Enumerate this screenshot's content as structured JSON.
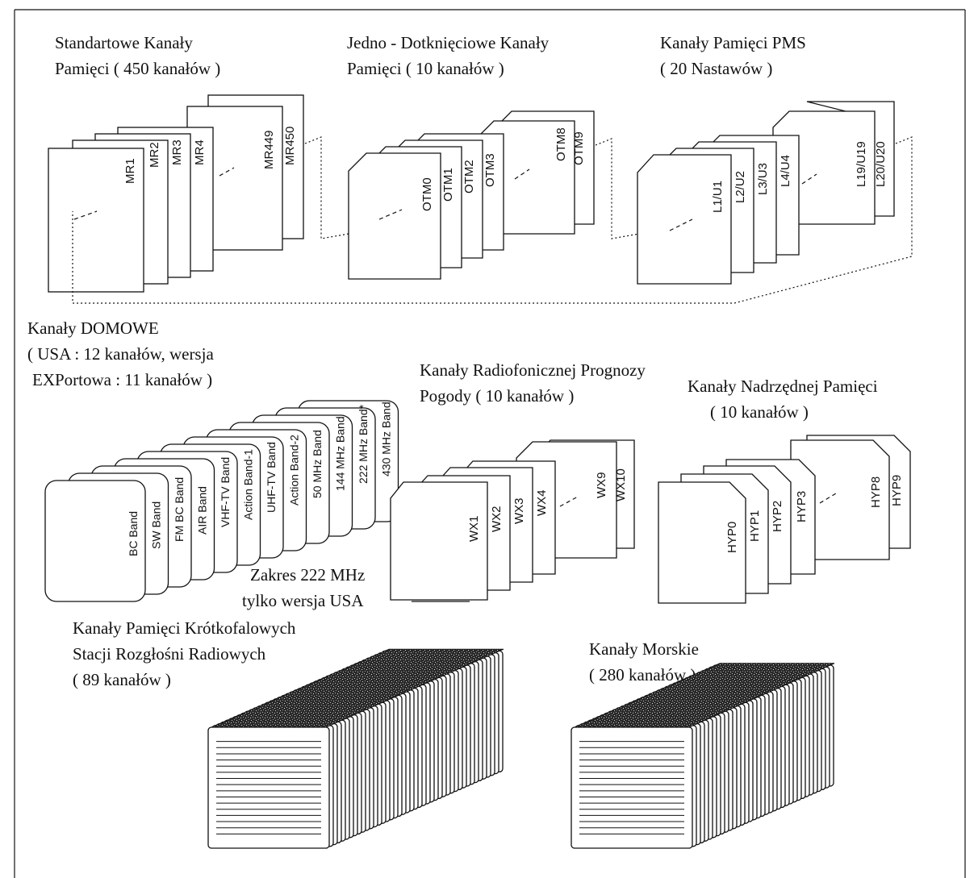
{
  "groups": {
    "standard": {
      "caption": [
        "Standartowe Kanały",
        "Pamięci ( 450 kanałów )"
      ],
      "cards": [
        "MR1",
        "MR2",
        "MR3",
        "MR4",
        "MR449",
        "MR450"
      ]
    },
    "one_touch": {
      "caption": [
        "Jedno - Dotknięciowe Kanały",
        "Pamięci ( 10 kanałów )"
      ],
      "cards": [
        "OTM0",
        "OTM1",
        "OTM2",
        "OTM3",
        "OTM8",
        "OTM9"
      ]
    },
    "pms": {
      "caption": [
        "Kanały Pamięci  PMS",
        "( 20 Nastawów )"
      ],
      "cards": [
        "L1/U1",
        "L2/U2",
        "L3/U3",
        "L4/U4",
        "L19/U19",
        "L20/U20"
      ]
    },
    "home": {
      "caption": [
        "Kanały  DOMOWE",
        "( USA : 12 kanałów, wersja",
        "EXPortowa : 11 kanałów )"
      ],
      "cards": [
        "BC Band",
        "SW Band",
        "FM BC Band",
        "AIR Band",
        "VHF-TV Band",
        "Action Band-1",
        "UHF-TV Band",
        "Action Band-2",
        "50 MHz Band",
        "144 MHz Band",
        "222 MHz Band*",
        "430 MHz Band"
      ],
      "note": [
        "Zakres 222 MHz",
        "tylko wersja USA"
      ]
    },
    "weather": {
      "caption": [
        "Kanały Radiofonicznej Prognozy",
        "Pogody ( 10 kanałów )"
      ],
      "cards": [
        "WX1",
        "WX2",
        "WX3",
        "WX4",
        "WX9",
        "WX10"
      ]
    },
    "hyper": {
      "caption": [
        "Kanały Nadrzędnej Pamięci",
        "( 10 kanałów )"
      ],
      "cards": [
        "HYP0",
        "HYP1",
        "HYP2",
        "HYP3",
        "HYP8",
        "HYP9"
      ]
    },
    "shortwave": {
      "caption": [
        "Kanały Pamięci Krótkofalowych",
        "Stacji Rozgłośni Radiowych",
        "( 89 kanałów )"
      ]
    },
    "marine": {
      "caption": [
        "Kanały Morskie",
        "( 280 kanałów )"
      ]
    }
  }
}
